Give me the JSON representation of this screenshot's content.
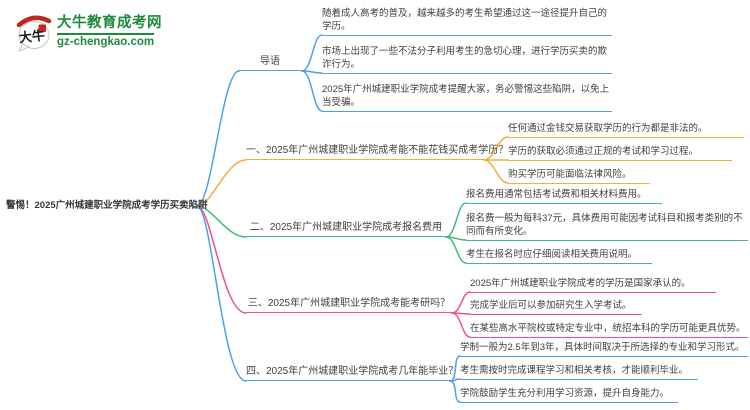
{
  "logo": {
    "mark": "大牛",
    "site_name": "大牛教育成考网",
    "site_url": "gz-chengkao.com",
    "green": "#1e8a3c",
    "red": "#c0281e"
  },
  "colors": {
    "text": "#3f3f3f",
    "blue": "#4da0e8",
    "orange": "#f5ae3d",
    "green": "#3ebd7a",
    "pink": "#f04f8a"
  },
  "mindmap": {
    "root": "警惕！2025广州城建职业学院成考学历买卖陷阱",
    "branches": [
      {
        "label": "导语",
        "color": "#4da0e8",
        "children": [
          "随着成人高考的普及，越来越多的考生希望通过这一途径提升自己的学历。",
          "市场上出现了一些不法分子利用考生的急切心理，进行学历买卖的欺诈行为。",
          "2025年广州城建职业学院成考提醒大家，务必警惕这些陷阱，以免上当受骗。"
        ]
      },
      {
        "label": "一、2025年广州城建职业学院成考能不能花钱买成考学历？",
        "color": "#f5ae3d",
        "children": [
          "任何通过金钱交易获取学历的行为都是非法的。",
          "学历的获取必须通过正规的考试和学习过程。",
          "购买学历可能面临法律风险。"
        ]
      },
      {
        "label": "二、2025年广州城建职业学院成考报名费用",
        "color": "#3ebd7a",
        "children": [
          "报名费用通常包括考试费和相关材料费用。",
          "报名费一般为每科37元，具体费用可能因考试科目和报考类别的不同而有所变化。",
          "考生在报名时应仔细阅读相关费用说明。"
        ]
      },
      {
        "label": "三、2025年广州城建职业学院成考能考研吗？",
        "color": "#f04f8a",
        "children": [
          "2025年广州城建职业学院成考的学历是国家承认的。",
          "完成学业后可以参加研究生入学考试。",
          "在某些高水平院校或特定专业中，统招本科的学历可能更具优势。"
        ]
      },
      {
        "label": "四、2025年广州城建职业学院成考几年能毕业？",
        "color": "#4da0e8",
        "children": [
          "学制一般为2.5年到3年，具体时间取决于所选择的专业和学习形式。",
          "考生需按时完成课程学习和相关考核，才能顺利毕业。",
          "学院鼓励学生充分利用学习资源，提升自身能力。"
        ]
      }
    ]
  }
}
